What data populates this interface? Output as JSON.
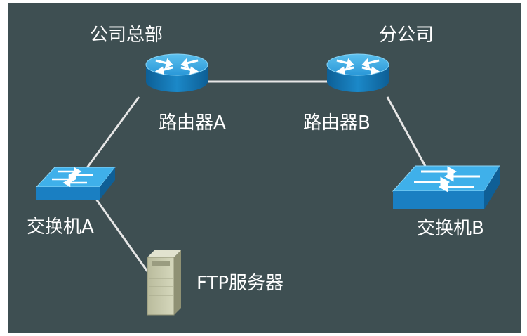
{
  "diagram": {
    "sites": {
      "headquarters": "公司总部",
      "branch": "分公司"
    },
    "nodes": {
      "router_a": {
        "label": "路由器A",
        "icon": "router-icon"
      },
      "router_b": {
        "label": "路由器B",
        "icon": "router-icon"
      },
      "switch_a": {
        "label": "交换机A",
        "icon": "switch-icon"
      },
      "switch_b": {
        "label": "交换机B",
        "icon": "switch-icon"
      },
      "ftp_server": {
        "label": "FTP服务器",
        "icon": "server-icon"
      }
    },
    "links": [
      {
        "from": "路由器A",
        "to": "路由器B"
      },
      {
        "from": "路由器A",
        "to": "交换机A"
      },
      {
        "from": "路由器B",
        "to": "交换机B"
      },
      {
        "from": "交换机A",
        "to": "FTP服务器"
      }
    ],
    "colors": {
      "background": "#3e4f52",
      "device_blue": "#1e8fd0",
      "link": "#e6e6e6",
      "server": "#c5c7a9",
      "text": "#ffffff"
    }
  }
}
